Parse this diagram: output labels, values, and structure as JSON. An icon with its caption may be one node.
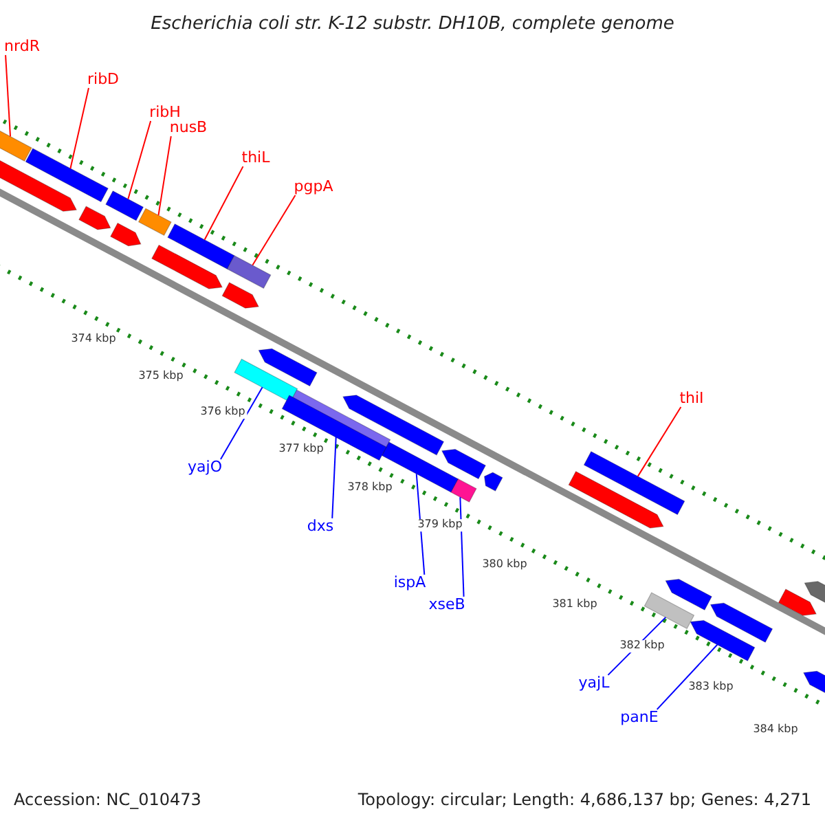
{
  "diagram": {
    "title": "Escherichia coli str. K-12 substr. DH10B, complete genome",
    "nodes": [
      {
        "text": [
          "nrdR"
        ]
      },
      {
        "text": [
          "ribD"
        ]
      },
      {
        "text": [
          "ribH"
        ]
      },
      {
        "text": [
          "nusB"
        ]
      },
      {
        "text": [
          "thiL"
        ]
      },
      {
        "text": [
          "pgpA"
        ]
      },
      {
        "text": [
          "thiI"
        ]
      },
      {
        "text": [
          "yajO"
        ]
      },
      {
        "text": [
          "dxs"
        ]
      },
      {
        "text": [
          "ispA"
        ]
      },
      {
        "text": [
          "xseB"
        ]
      },
      {
        "text": [
          "yajL"
        ]
      },
      {
        "text": [
          "panE"
        ]
      },
      {
        "text": [],
        "shape": "bar"
      },
      {
        "text": [],
        "shape": "bar"
      },
      {
        "text": [],
        "shape": "bar"
      },
      {
        "text": [],
        "shape": "bar"
      },
      {
        "text": [],
        "shape": "bar"
      },
      {
        "text": [],
        "shape": "bar"
      },
      {
        "text": [],
        "shape": "bar"
      },
      {
        "text": [],
        "shape": "bar"
      },
      {
        "text": [],
        "shape": "bar"
      },
      {
        "text": [],
        "shape": "bar"
      },
      {
        "text": [],
        "shape": "bar"
      },
      {
        "text": [],
        "shape": "bar"
      },
      {
        "text": [],
        "shape": "bar"
      },
      {
        "text": [],
        "shape": "bar"
      },
      {
        "text": [],
        "shape": "bar"
      },
      {
        "text": [],
        "shape": "bar"
      },
      {
        "text": [],
        "shape": "bar"
      },
      {
        "text": [],
        "shape": "bar"
      },
      {
        "text": [],
        "shape": "bar"
      },
      {
        "text": [],
        "shape": "bar"
      },
      {
        "text": [],
        "shape": "bar"
      },
      {
        "text": [],
        "shape": "bar"
      },
      {
        "text": [],
        "shape": "bar"
      },
      {
        "text": [],
        "shape": "bar"
      },
      {
        "text": [],
        "shape": "bar"
      },
      {
        "text": [],
        "shape": "bar"
      },
      {
        "text": [],
        "shape": "bar"
      },
      {
        "text": [],
        "shape": "bar"
      },
      {
        "text": [],
        "shape": "bar"
      }
    ],
    "edges": [
      {
        "from": 0,
        "to": 13,
        "arrow": "none"
      },
      {
        "from": 1,
        "to": 14,
        "arrow": "none"
      },
      {
        "from": 2,
        "to": 15,
        "arrow": "none"
      },
      {
        "from": 3,
        "to": 16,
        "arrow": "none"
      },
      {
        "from": 4,
        "to": 17,
        "arrow": "none"
      },
      {
        "from": 5,
        "to": 18,
        "arrow": "none"
      },
      {
        "from": 6,
        "to": 23,
        "arrow": "none"
      },
      {
        "from": 7,
        "to": 19,
        "arrow": "none",
        "color": "#0000ff"
      },
      {
        "from": 8,
        "to": 20,
        "arrow": "none",
        "color": "#0000ff"
      },
      {
        "from": 9,
        "to": 21,
        "arrow": "none",
        "color": "#0000ff"
      },
      {
        "from": 10,
        "to": 22,
        "arrow": "none",
        "color": "#0000ff"
      },
      {
        "from": 11,
        "to": 24,
        "arrow": "none",
        "color": "#0000ff"
      },
      {
        "from": 12,
        "to": 25,
        "arrow": "none",
        "color": "#0000ff"
      }
    ],
    "labels": [
      "374 kbp",
      "375 kbp",
      "376 kbp",
      "377 kbp",
      "378 kbp",
      "379 kbp",
      "380 kbp",
      "381 kbp",
      "382 kbp",
      "383 kbp",
      "384 kbp",
      "Accession: NC_010473",
      "Topology: circular; Length: 4,686,137 bp; Genes: 4,271"
    ]
  }
}
